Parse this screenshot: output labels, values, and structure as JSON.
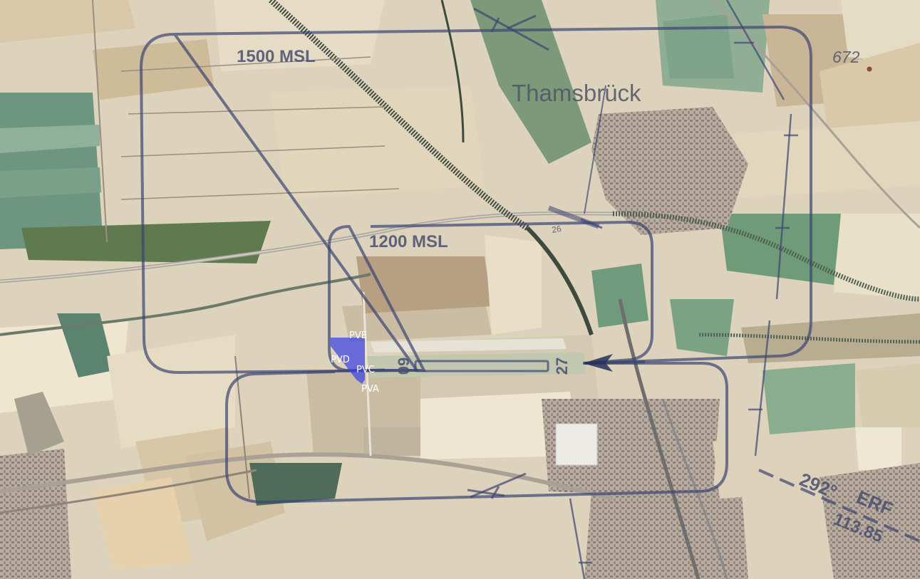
{
  "map": {
    "pattern_outer_altitude": "1500 MSL",
    "pattern_inner_altitude": "1200 MSL",
    "town": "Thamsbrück",
    "spot_elevation": "672",
    "runway_west": "09",
    "runway_east": "27",
    "runway_secondary": "26",
    "radial": "292°",
    "navaid_ident": "ERF",
    "navaid_freq": "113.85",
    "waypoints": {
      "pve": "PVE",
      "pvd": "PVD",
      "pvc": "PVC",
      "pva": "PVA"
    },
    "colors": {
      "pattern_line": "#3c4472",
      "waypoint_fill": "#3b42e6",
      "field_light": "#e3dcc6",
      "field_green": "#5f8a72",
      "urban": "#9a8e84"
    }
  }
}
